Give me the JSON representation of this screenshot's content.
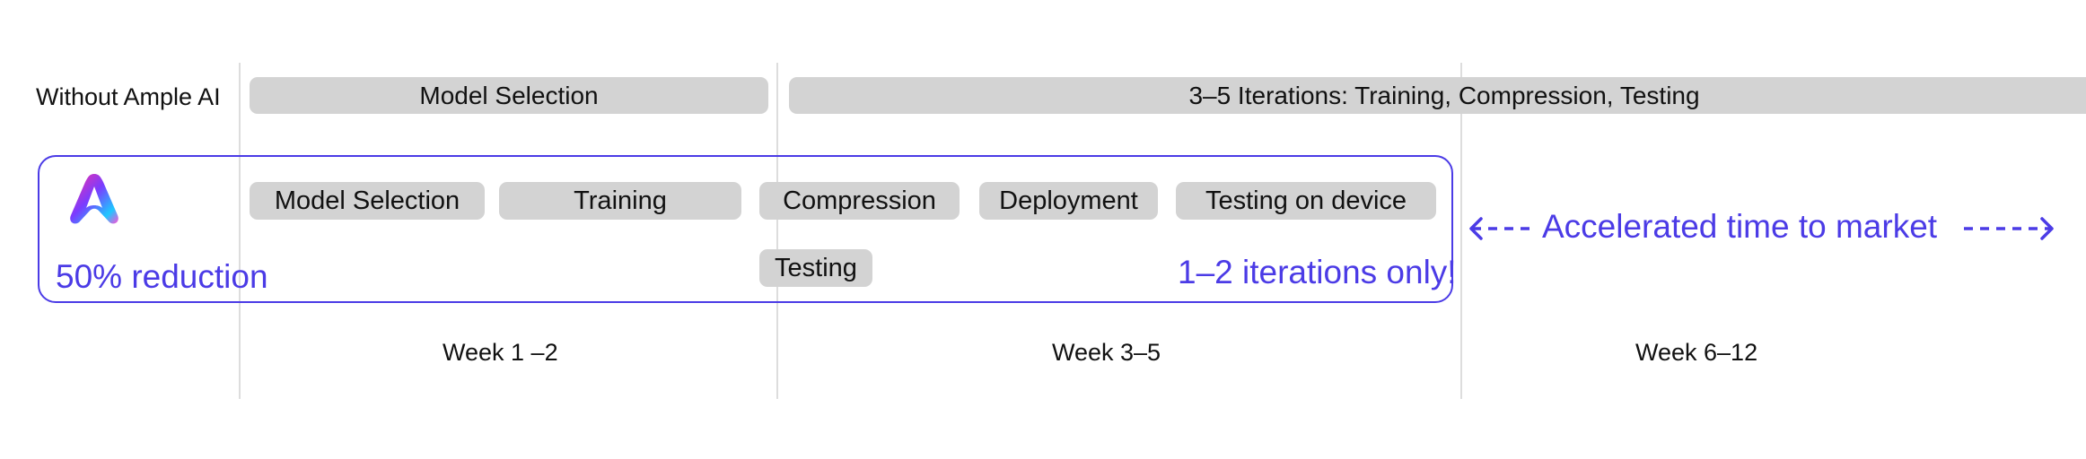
{
  "row_label": "Without Ample AI",
  "without_bars": [
    {
      "label": "Model Selection"
    },
    {
      "label": "3–5 Iterations: Training, Compression, Testing"
    }
  ],
  "with_ample": {
    "tasks": [
      {
        "label": "Model Selection"
      },
      {
        "label": "Training"
      },
      {
        "label": "Compression"
      },
      {
        "label": "Deployment"
      },
      {
        "label": "Testing on device"
      },
      {
        "label": "Testing"
      }
    ],
    "reduction_text": "50% reduction",
    "iterations_text": "1–2 iterations only!"
  },
  "banner_text": "Accelerated time to market",
  "weeks": [
    "Week 1 –2",
    "Week 3–5",
    "Week 6–12"
  ],
  "colors": {
    "accent": "#4b3be6",
    "bar": "#d3d3d3",
    "grid": "#dddddd",
    "text": "#111111"
  },
  "icons": {
    "logo": "ample-ai-logo-icon",
    "arrow_left": "arrow-left-icon",
    "arrow_right": "arrow-right-icon"
  }
}
